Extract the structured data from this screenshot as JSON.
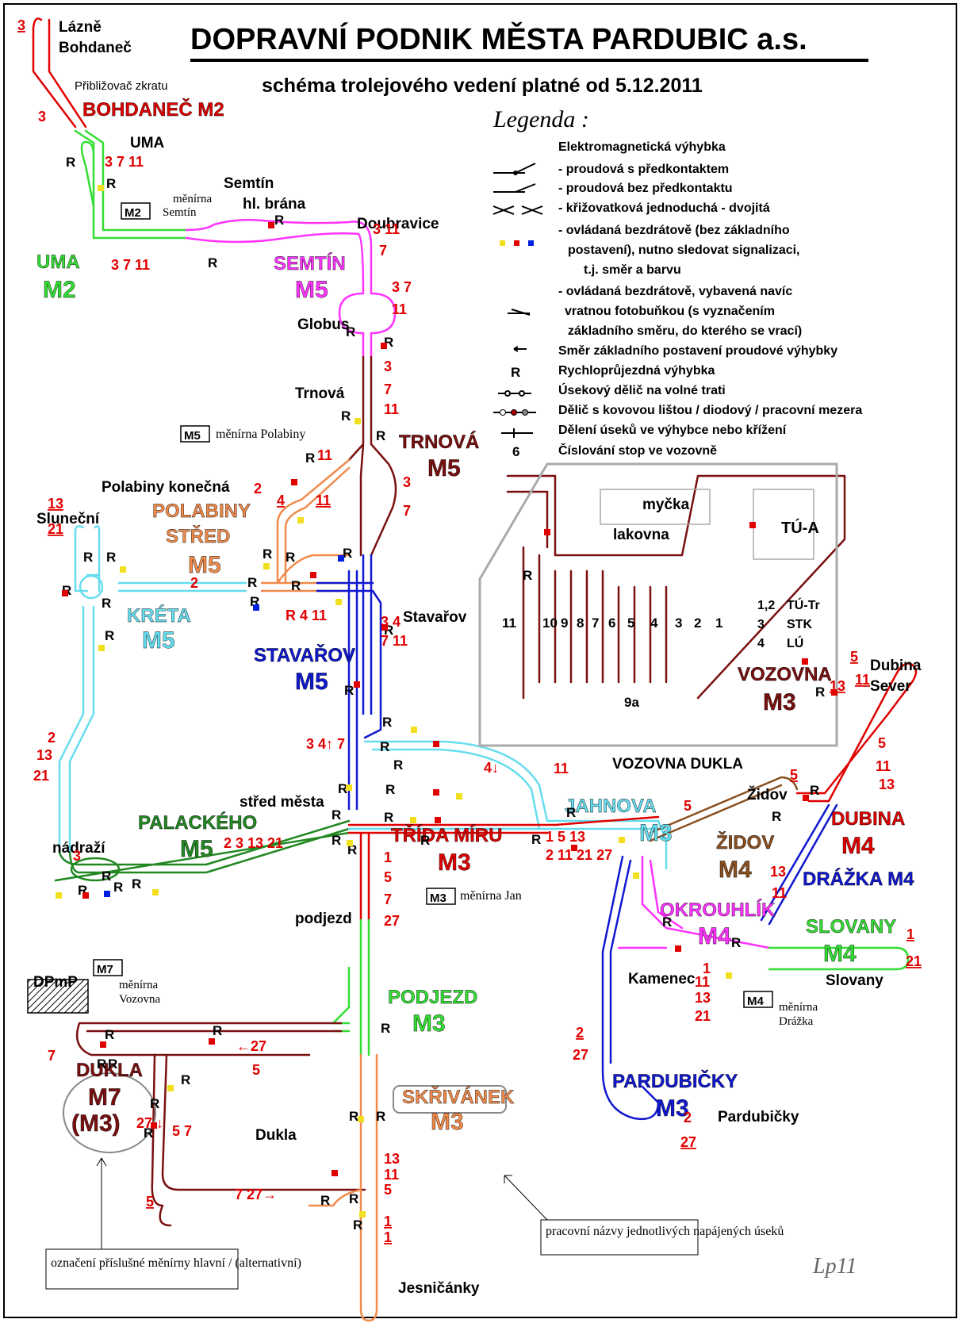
{
  "header": {
    "title": "DOPRAVNÍ PODNIK MĚSTA PARDUBIC a.s.",
    "subtitle": "schéma trolejového vedení platné od 5.12.2011"
  },
  "legend": {
    "heading": "Legenda :",
    "items": [
      "Elektromagnetická výhybka",
      "- proudová s předkontaktem",
      "- proudová bez předkontaktu",
      "- křižovatková jednoduchá - dvojitá",
      "- ovládaná bezdrátově (bez základního",
      "postavení), nutno sledovat signalizaci,",
      "t.j. směr a barvu",
      "- ovládaná bezdrátově, vybavená navíc",
      "vratnou fotobuňkou (s vyznačením",
      "základního směru, do kterého se vrací)",
      "Směr základního postavení proudové výhybky",
      "Rychloprůjezdná výhybka",
      "Úsekový dělič na volné trati",
      "Dělič s kovovou lištou / diodový / pracovní mezera",
      "Dělení úseků ve výhybce nebo křížení",
      "Číslování stop ve vozovně"
    ],
    "symbol_r": "R",
    "symbol_6": "6",
    "colors": [
      "#f2e020",
      "#e00000",
      "#0020e0"
    ]
  },
  "colors": {
    "green": "#22c022",
    "magenta": "#ff33ff",
    "maroon": "#7a1010",
    "orange": "#f08a4a",
    "cyan": "#66ddee",
    "blue": "#1018d0",
    "red": "#e00000",
    "brown": "#8a5020",
    "lightgreen": "#33dd33"
  },
  "sections": [
    {
      "name": "Bohdaneč M2",
      "lines": [
        "BOHDANEČ M2"
      ],
      "color": "#e00000"
    },
    {
      "name": "UMA M2",
      "lines": [
        "UMA",
        "M2"
      ],
      "color": "#33dd33"
    },
    {
      "name": "Semtín M5",
      "lines": [
        "SEMTÍN",
        "M5"
      ],
      "color": "#ff33ff"
    },
    {
      "name": "Trnová M5",
      "lines": [
        "TRNOVÁ",
        "M5"
      ],
      "color": "#7a1010"
    },
    {
      "name": "Polabiny střed M5",
      "lines": [
        "POLABINY",
        "STŘED",
        "M5"
      ],
      "color": "#f08a4a"
    },
    {
      "name": "Kréta M5",
      "lines": [
        "KRÉTA",
        "M5"
      ],
      "color": "#66ddee"
    },
    {
      "name": "Stavařov M5",
      "lines": [
        "STAVAŘOV",
        "M5"
      ],
      "color": "#1018d0"
    },
    {
      "name": "Palackého M5",
      "lines": [
        "PALACKÉHO",
        "M5"
      ],
      "color": "#228822"
    },
    {
      "name": "Třída Míru M3",
      "lines": [
        "TŘÍDA MÍRU",
        "M3"
      ],
      "color": "#e00000"
    },
    {
      "name": "Jahnova M3",
      "lines": [
        "JAHNOVA",
        "M3"
      ],
      "color": "#66ddee"
    },
    {
      "name": "Židov M4",
      "lines": [
        "ŽIDOV",
        "M4"
      ],
      "color": "#8a5020"
    },
    {
      "name": "Dubina M4",
      "lines": [
        "DUBINA",
        "M4"
      ],
      "color": "#e00000"
    },
    {
      "name": "Drážka M4",
      "lines": [
        "DRÁŽKA M4"
      ],
      "color": "#1018d0"
    },
    {
      "name": "Okrouhlík M4",
      "lines": [
        "OKROUHLÍK",
        "M4"
      ],
      "color": "#ff33ff"
    },
    {
      "name": "Slovany M4",
      "lines": [
        "SLOVANY",
        "M4"
      ],
      "color": "#33dd33"
    },
    {
      "name": "Podjezd M3",
      "lines": [
        "PODJEZD",
        "M3"
      ],
      "color": "#33dd33"
    },
    {
      "name": "Pardubičky M3",
      "lines": [
        "PARDUBIČKY",
        "M3"
      ],
      "color": "#1018d0"
    },
    {
      "name": "Dukla M7 (M3)",
      "lines": [
        "DUKLA",
        "M7",
        "(M3)"
      ],
      "color": "#7a1010"
    },
    {
      "name": "Skřivánek M3",
      "lines": [
        "SKŘIVÁNEK",
        "M3"
      ],
      "color": "#f08a4a"
    },
    {
      "name": "Vozovna M3",
      "lines": [
        "VOZOVNA",
        "M3"
      ],
      "color": "#7a1010"
    }
  ],
  "places": [
    "Lázně",
    "Bohdaneč",
    "Přibližovač zkratu",
    "UMA",
    "Semtín",
    "hl. brána",
    "Doubravice",
    "Globus",
    "Trnová",
    "Polabiny konečná",
    "Sluneční",
    "Stavařov",
    "střed města",
    "nádraží",
    "podjezd",
    "DPmP",
    "Dukla",
    "Jesničánky",
    "Dubina",
    "Sever",
    "Židov",
    "Kamenec",
    "Slovany",
    "Pardubičky",
    "VOZOVNA DUKLA",
    "myčka",
    "lakovna",
    "TÚ-A"
  ],
  "substations": [
    {
      "code": "M2",
      "label": "měnírna",
      "place": "Semtín"
    },
    {
      "code": "M5",
      "label": "měnírna Polabiny"
    },
    {
      "code": "M3",
      "label": "měnírna Jan"
    },
    {
      "code": "M7",
      "label": "měnírna",
      "place": "Vozovna"
    },
    {
      "code": "M4",
      "label": "měnírna",
      "place": "Drážka"
    }
  ],
  "depot": {
    "stops": [
      "11",
      "10",
      "9",
      "8",
      "7",
      "6",
      "5",
      "4",
      "3",
      "2",
      "1"
    ],
    "extra_stop": "9a",
    "key": [
      [
        "1,2",
        "TÚ-Tr"
      ],
      [
        "3",
        "STK"
      ],
      [
        "4",
        "LÚ"
      ]
    ]
  },
  "route_numbers": [
    "3",
    "3",
    "3 7 11",
    "3 7 11",
    "3 11",
    "7",
    "3 7",
    "11",
    "3",
    "7",
    "11",
    "11",
    "2",
    "4",
    "11",
    "13",
    "21",
    "2",
    "3",
    "7",
    "R 4 11",
    "3 4",
    "7 11",
    "3 4↑ 7",
    "4↓",
    "2 3 13 21",
    "2",
    "13",
    "21",
    "3",
    "11",
    "1 5 13",
    "2 11 21 27",
    "5",
    "5",
    "5",
    "11",
    "13",
    "5",
    "11",
    "13",
    "13",
    "11",
    "1",
    "21",
    "1",
    "11",
    "13",
    "21",
    "1",
    "5",
    "7",
    "27",
    "2",
    "27",
    "2",
    "27",
    "7",
    "←27",
    "5",
    "27 ↓",
    "5 7",
    "7 27→",
    "5",
    "1",
    "1",
    "5",
    "11",
    "13"
  ],
  "annotations": {
    "sections_note": "pracovní názvy jednotlivých napájených úseků",
    "substation_note": "označení příslušné měnírny hlavní / (alternativní)",
    "signature": "Lp11"
  }
}
